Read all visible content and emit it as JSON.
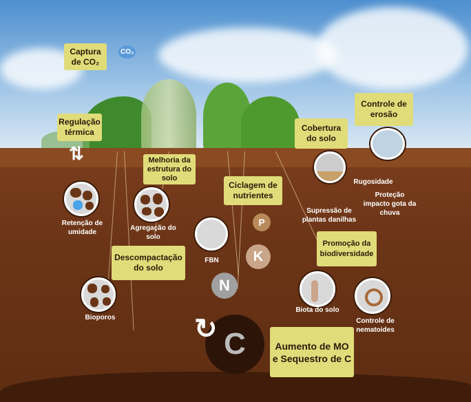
{
  "labels": {
    "captura": "Captura de CO₂",
    "regulacao": "Regulação térmica",
    "melhoria": "Melhoria da estrutura do solo",
    "ciclagem": "Ciclagem de nutrientes",
    "cobertura": "Cobertura do solo",
    "erosao": "Controle de erosão",
    "biodiversidade": "Promoção da biodiversidade",
    "descompactacao": "Descompactação do solo",
    "mo": "Aumento de MO e Sequestro de C"
  },
  "captions": {
    "retencao": "Retenção de umidade",
    "agregacao": "Agregação do solo",
    "bioporos": "Bioporos",
    "fbn": "FBN",
    "supressao": "Supressão de plantas danilhas",
    "rugosidade": "Rugosidade",
    "protecao": "Proteção impacto gota da chuva",
    "biota": "Biota do solo",
    "nematoides": "Controle de nematoides"
  },
  "nutrients": {
    "p": "P",
    "k": "K",
    "n": "N",
    "c": "C"
  },
  "co2": "CO₂",
  "colors": {
    "label_bg": "#e0dc7a",
    "soil": "#6b3416",
    "sky": "#4d8fcf",
    "water": "#4aa3e8"
  }
}
